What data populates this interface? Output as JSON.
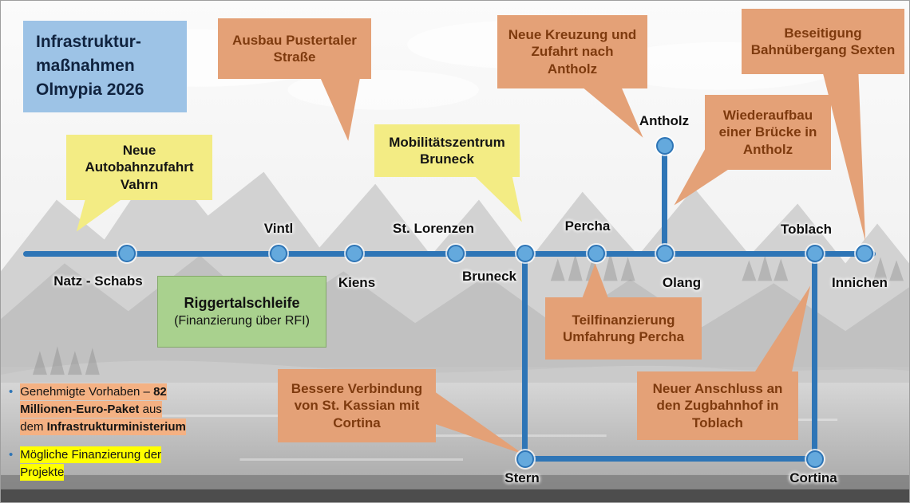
{
  "title": {
    "line1": "Infrastruktur-",
    "line2": "maßnahmen",
    "line3": "Olmypia 2026"
  },
  "callouts": {
    "vahrn": "Neue Autobahnzufahrt Vahrn",
    "pustertaler": "Ausbau Pustertaler Straße",
    "mobilitaetszentrum": "Mobilitätszentrum Bruneck",
    "kreuzung_antholz": "Neue Kreuzung und Zufahrt nach Antholz",
    "sexten": "Beseitigung Bahnübergang Sexten",
    "bruecke_antholz": "Wiederaufbau einer Brücke in Antholz",
    "teilfinanzierung_percha": "Teilfinanzierung Umfahrung Percha",
    "verbindung_cortina": "Bessere Verbindung von St. Kassian mit Cortina",
    "anschluss_toblach": "Neuer Anschluss an den Zugbahnhof in Toblach"
  },
  "green_box": {
    "line1": "Riggertalschleife",
    "line2": "(Finanzierung über RFI)"
  },
  "stations": {
    "main": [
      "Natz - Schabs",
      "Vintl",
      "Kiens",
      "St. Lorenzen",
      "Bruneck",
      "Percha",
      "Olang",
      "Toblach",
      "Innichen"
    ],
    "branch": [
      "Antholz",
      "Stern",
      "Cortina"
    ]
  },
  "legend": {
    "bullet_char": "•",
    "bullet1": {
      "normal1": "Genehmigte Vorhaben – ",
      "bold1": "82 Millionen-Euro-Paket",
      "normal2": " aus dem ",
      "bold2": "Infrastrukturministerium"
    },
    "bullet2": "Mögliche Finanzierung der Projekte"
  },
  "colors": {
    "line_blue": "#2E75B6",
    "dot_blue": "#64A9DD",
    "callout_orange": "#E4A177",
    "callout_orange_text": "#7E3A0E",
    "callout_yellow": "#F3EC84",
    "title_blue": "#9DC3E6",
    "green_box": "#A9D18E",
    "highlight_orange": "#F4B183",
    "highlight_yellow": "#FFFF00"
  }
}
